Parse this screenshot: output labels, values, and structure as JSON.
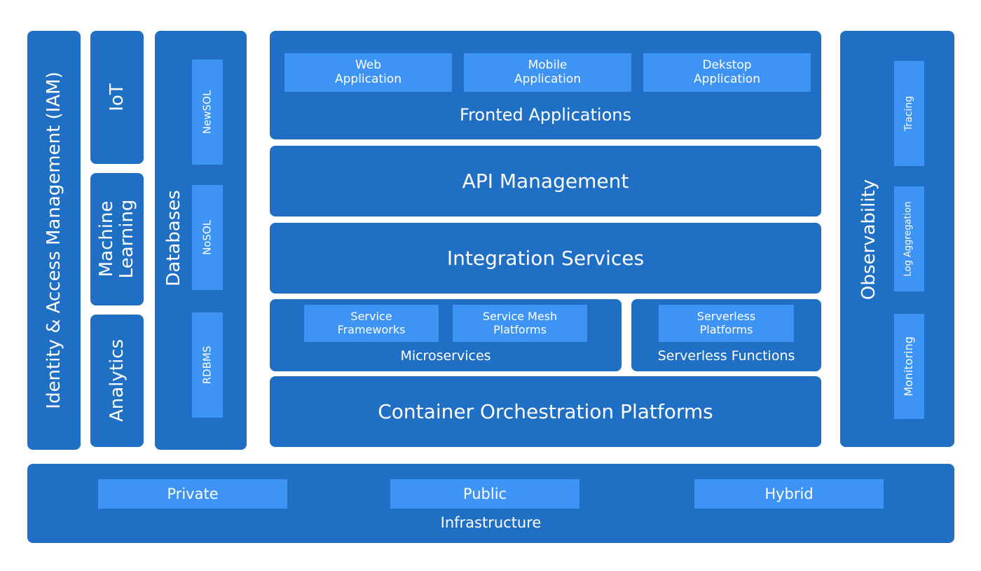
{
  "iam": {
    "label": "Identity & Access Management (IAM)"
  },
  "iot": {
    "label": "IoT"
  },
  "machine_learning": {
    "line1": "Machine",
    "line2": "Learning"
  },
  "analytics": {
    "label": "Analytics"
  },
  "databases": {
    "label": "Databases",
    "items": [
      "NewSOL",
      "NoSOL",
      "RDBMS"
    ]
  },
  "frontend": {
    "title": "Fronted Applications",
    "apps": [
      {
        "line1": "Web",
        "line2": "Application"
      },
      {
        "line1": "Mobile",
        "line2": "Application"
      },
      {
        "line1": "Dekstop",
        "line2": "Application"
      }
    ]
  },
  "api_management": {
    "title": "API Management"
  },
  "integration_services": {
    "title": "Integration Services"
  },
  "microservices": {
    "title": "Microservices",
    "items": [
      {
        "line1": "Service",
        "line2": "Frameworks"
      },
      {
        "line1": "Service Mesh",
        "line2": "Platforms"
      }
    ]
  },
  "serverless": {
    "title": "Serverless Functions",
    "items": [
      {
        "line1": "Serverless",
        "line2": "Platforms"
      }
    ]
  },
  "container": {
    "title": "Container Orchestration Platforms"
  },
  "observability": {
    "label": "Observability",
    "items": [
      "Tracing",
      "Log Aggregation",
      "Monitoring"
    ]
  },
  "infrastructure": {
    "title": "Infrastructure",
    "items": [
      "Private",
      "Public",
      "Hybrid"
    ]
  },
  "colors": {
    "dark_blue": "#1f6fc5",
    "light_blue": "#3d94f5",
    "text": "#ffffff"
  }
}
